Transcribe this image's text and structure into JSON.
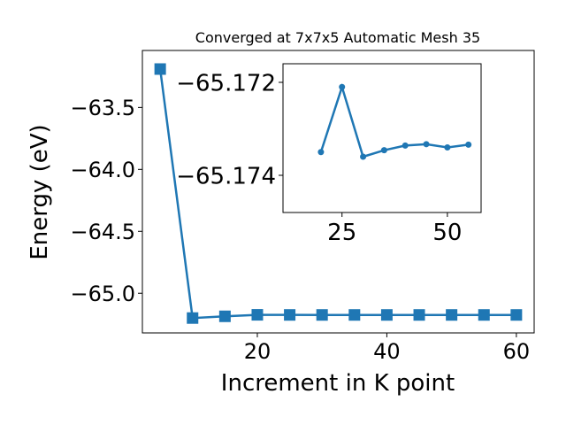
{
  "chart_data": [
    {
      "type": "line",
      "title": "Converged at 7x7x5 Automatic Mesh 35",
      "xlabel": "Increment in K point",
      "ylabel": "Energy (eV)",
      "xlim": [
        2.25,
        62.75
      ],
      "ylim": [
        -65.32,
        -63.04
      ],
      "xticks": [
        20,
        40,
        60
      ],
      "yticks": [
        -63.5,
        -64.0,
        -64.5,
        -65.0
      ],
      "grid": false,
      "marker": "square",
      "color": "#1f77b4",
      "x": [
        5,
        10,
        15,
        20,
        25,
        30,
        35,
        40,
        45,
        50,
        55,
        60
      ],
      "y": [
        -63.19,
        -65.2,
        -65.186,
        -65.174,
        -65.1748,
        -65.1749,
        -65.1749,
        -65.1749,
        -65.1749,
        -65.1749,
        -65.1749,
        -65.1749
      ]
    },
    {
      "type": "line",
      "inset": true,
      "xlim": [
        11,
        58
      ],
      "ylim": [
        -65.1748,
        -65.1716
      ],
      "xticks": [
        25,
        50
      ],
      "yticks": [
        -65.174,
        -65.172
      ],
      "grid": false,
      "marker": "circle",
      "color": "#1f77b4",
      "x": [
        20,
        25,
        30,
        35,
        40,
        45,
        50,
        55
      ],
      "y": [
        -65.1735,
        -65.1721,
        -65.1736,
        -65.17346,
        -65.17336,
        -65.17333,
        -65.1734,
        -65.17334
      ]
    }
  ]
}
